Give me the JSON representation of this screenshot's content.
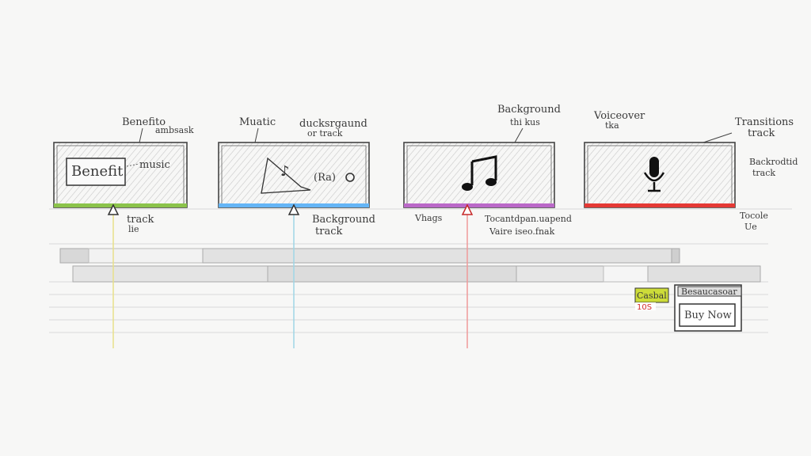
{
  "panels": [
    {
      "id": "benefit",
      "annotations": [
        "Benefito",
        "music"
      ],
      "labels_top": [
        "Benefito",
        "ambsask"
      ],
      "inner_box_label": "Benefit",
      "inner_side_label": "music",
      "below_labels": [
        "track",
        "lie"
      ],
      "bar_color": "#8bc34a",
      "line_color": "#e8e08a"
    },
    {
      "id": "music",
      "labels_top_left": "Muatic",
      "labels_top_right": [
        "ducksrgaund",
        "or track"
      ],
      "inner_label": "(Ra)",
      "below_labels": [
        "Background",
        "track"
      ],
      "bar_color": "#64b5f6",
      "line_color": "#9fd6e6"
    },
    {
      "id": "background",
      "labels_top": [
        "Background",
        "thi kus"
      ],
      "icon": "music-note-icon",
      "below_left": "Vhags",
      "below_right": [
        "Tocantdpan.uapend",
        "Vaire iseo.fnak"
      ],
      "bar_color": "#ba68c8",
      "line_color": "#ef9a9a"
    },
    {
      "id": "voiceover",
      "labels_top": [
        "Voiceover",
        "tka"
      ],
      "labels_right_top": [
        "Transitions",
        "track"
      ],
      "labels_right_mid": [
        "Backrodtid",
        "track"
      ],
      "icon": "microphone-icon",
      "below_right": [
        "Tocole",
        "Ue"
      ],
      "bar_color": "#e53935"
    }
  ],
  "badges": {
    "cta_small": {
      "line1": "Casbal",
      "line2": "10S"
    },
    "cta_box": {
      "header": "Besaucasoar",
      "button": "Buy Now"
    }
  },
  "colors": {
    "background": "#f7f7f6",
    "ink": "#333333",
    "track_gray": "#e2e2e2"
  }
}
